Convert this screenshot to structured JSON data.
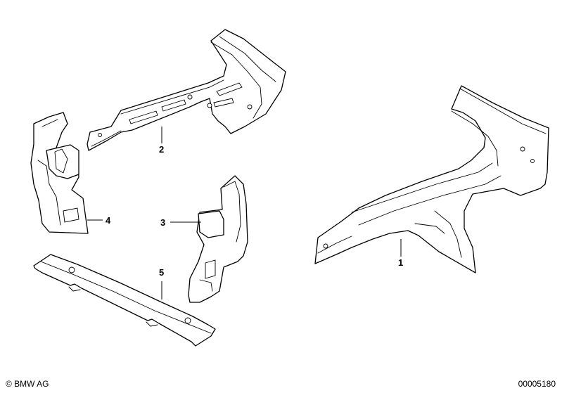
{
  "callouts": {
    "part1": "1",
    "part2": "2",
    "part3": "3",
    "part4": "4",
    "part5": "5"
  },
  "footer": {
    "copyright": "© BMW AG",
    "document_number": "00005180"
  }
}
